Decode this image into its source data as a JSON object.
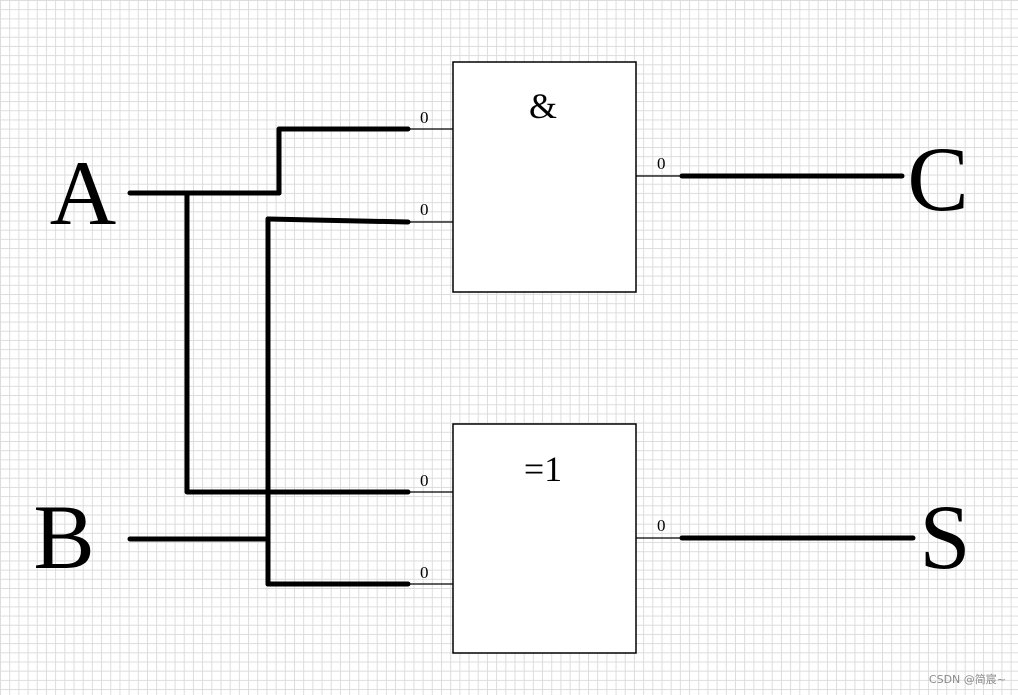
{
  "inputs": {
    "a": "A",
    "b": "B"
  },
  "outputs": {
    "c": "C",
    "s": "S"
  },
  "and_gate": {
    "symbol": "&",
    "pin_values": {
      "in1": "0",
      "in2": "0",
      "out": "0"
    }
  },
  "xor_gate": {
    "symbol": "=1",
    "pin_values": {
      "in1": "0",
      "in2": "0",
      "out": "0"
    }
  },
  "watermark": "CSDN @简宸~"
}
